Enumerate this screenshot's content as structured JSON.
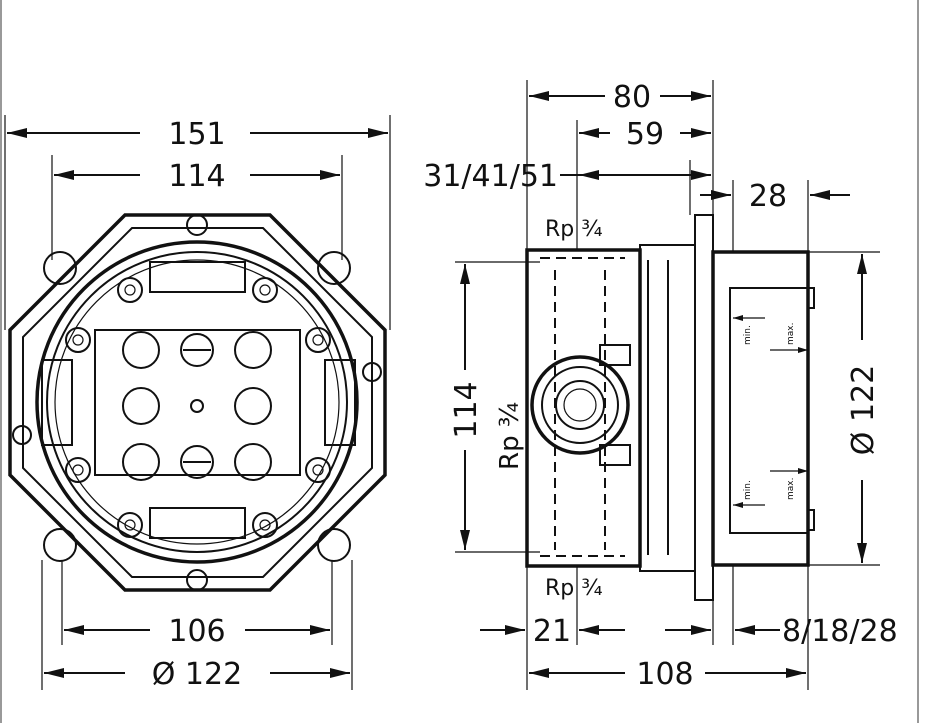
{
  "front_view": {
    "width_overall": "151",
    "width_inner": "114",
    "width_mount": "106",
    "diameter": "Ø 122"
  },
  "side_view": {
    "depth_total": "80",
    "depth_mid": "59",
    "depth_options": "31/41/51",
    "cover_depth": "28",
    "thread_top": "Rp ¾",
    "thread_side": "Rp ¾",
    "thread_bottom": "Rp ¾",
    "height_inner": "114",
    "diameter": "Ø 122",
    "offset_front": "21",
    "plaster_options": "8/18/28",
    "depth_base": "108",
    "min_label": "min.",
    "max_label": "max."
  }
}
